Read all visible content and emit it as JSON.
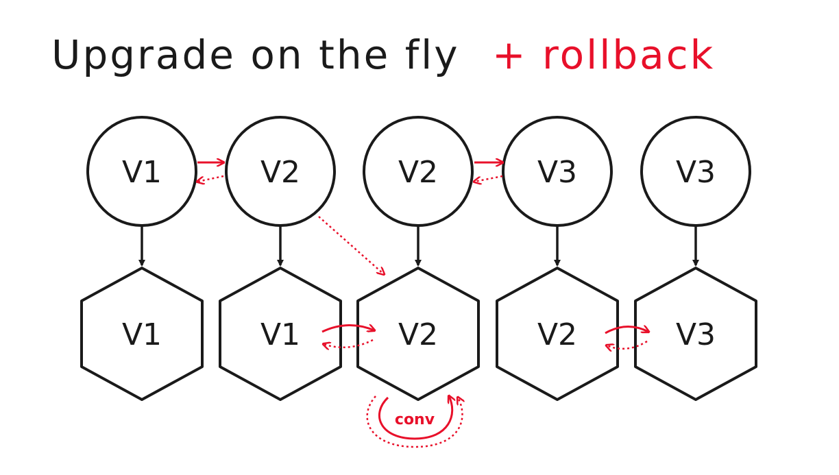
{
  "title": {
    "main": "Upgrade on the fly",
    "accent": "+ rollback"
  },
  "colors": {
    "ink": "#1a1a1a",
    "accent": "#e8102a",
    "background": "#ffffff"
  },
  "columns": [
    {
      "top": "V1",
      "bottom": "V1"
    },
    {
      "top": "V2",
      "bottom": "V1"
    },
    {
      "top": "V2",
      "bottom": "V2"
    },
    {
      "top": "V3",
      "bottom": "V2"
    },
    {
      "top": "V3",
      "bottom": "V3"
    }
  ],
  "annotations": {
    "conv": "conv"
  }
}
